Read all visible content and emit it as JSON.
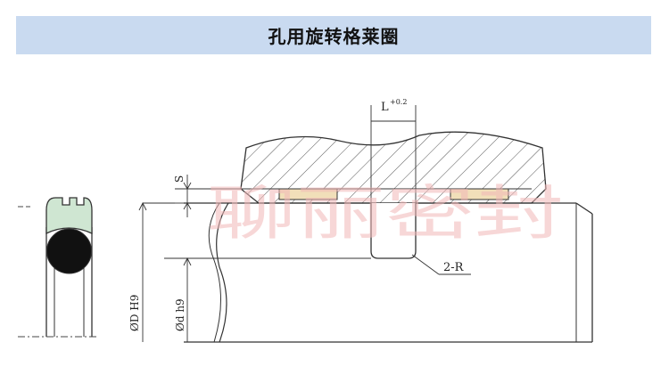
{
  "title": "孔用旋转格莱圈",
  "watermark": "聊丽密封",
  "labels": {
    "groove_width": "L",
    "groove_tolerance": "+0.2",
    "section_height": "S",
    "radius": "2-R",
    "bore_dia": "ØD H9",
    "rod_dia": "Ød h9"
  },
  "colors": {
    "title_bg": "#c9daf0",
    "ring": "#cfe6d2",
    "oring": "#111111",
    "pad": "#f1dfb9",
    "hatch": "#555555",
    "watermark": "#f2b8b8"
  }
}
